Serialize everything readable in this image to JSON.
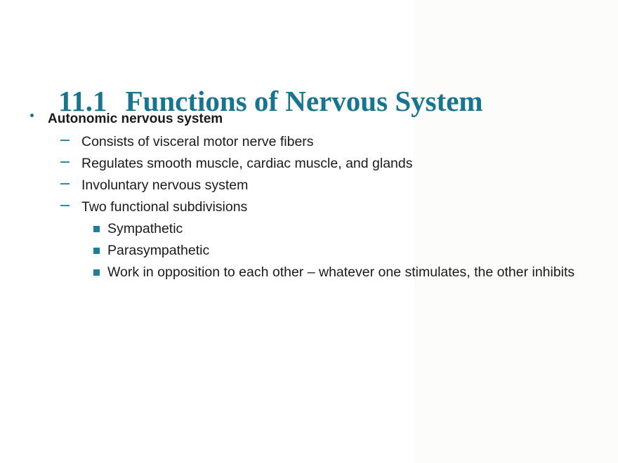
{
  "slide": {
    "title_number": "11.1",
    "title_text": "Functions of Nervous System",
    "title_color": "#17758f",
    "body_color": "#1a1a1a",
    "accent_color": "#1d7f9c",
    "background_color": "#ffffff",
    "panel_color": "#fcfcfb"
  },
  "outline": {
    "level1": {
      "bullet": "dot-bullet-icon",
      "text": "Autonomic nervous system"
    },
    "level2": [
      {
        "bullet": "dash-bullet-icon",
        "text": "Consists of visceral motor nerve fibers"
      },
      {
        "bullet": "dash-bullet-icon",
        "text": "Regulates smooth muscle, cardiac muscle, and glands"
      },
      {
        "bullet": "dash-bullet-icon",
        "text": "Involuntary nervous system"
      },
      {
        "bullet": "dash-bullet-icon",
        "text": "Two functional subdivisions"
      }
    ],
    "level3": [
      {
        "bullet": "square-bullet-icon",
        "text": "Sympathetic"
      },
      {
        "bullet": "square-bullet-icon",
        "text": "Parasympathetic"
      },
      {
        "bullet": "square-bullet-icon",
        "text": "Work in opposition to each other – whatever one stimulates, the other inhibits"
      }
    ]
  }
}
